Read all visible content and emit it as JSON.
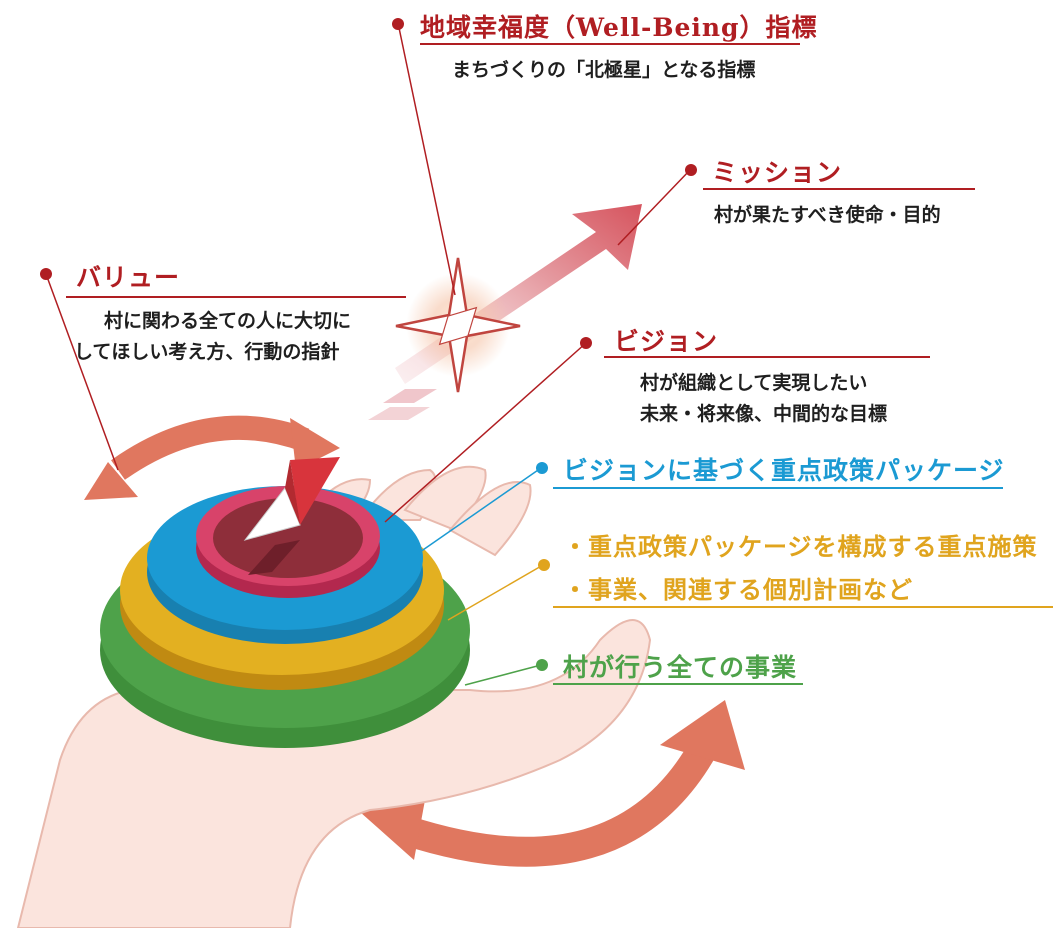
{
  "labels": {
    "wellbeing": {
      "title": "地域幸福度（Well-Being）指標",
      "desc": "まちづくりの「北極星」となる指標"
    },
    "mission": {
      "title": "ミッション",
      "desc": "村が果たすべき使命・目的"
    },
    "value": {
      "title": "バリュー",
      "desc_lines": [
        "村に関わる全ての人に大切に",
        "してほしい考え方、行動の指針"
      ]
    },
    "vision": {
      "title": "ビジョン",
      "desc_lines": [
        "村が組織として実現したい",
        "未来・将来像、中間的な目標"
      ]
    },
    "package": {
      "title": "ビジョンに基づく重点政策パッケージ"
    },
    "measures": {
      "lines": [
        "・重点政策パッケージを構成する重点施策",
        "・事業、関連する個別計画など"
      ]
    },
    "all_projects": {
      "title": "村が行う全ての事業"
    }
  },
  "colors": {
    "accent_red": "#b01e22",
    "blue": "#1b9ad3",
    "yellow": "#e0a41e",
    "green": "#4ea24a",
    "pink": "#d8436a",
    "arrow_salmon": "#e0775f",
    "skin": "#fbe4dd"
  }
}
